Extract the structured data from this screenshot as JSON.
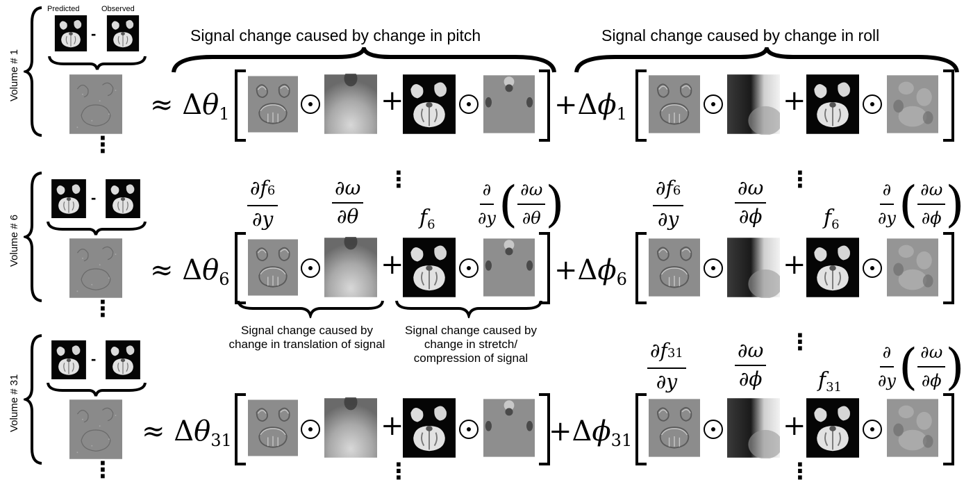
{
  "header": {
    "pitch": "Signal change caused by change in pitch",
    "roll": "Signal change caused by change in roll"
  },
  "labels": {
    "predicted": "Predicted",
    "observed": "Observed",
    "minus": "-"
  },
  "volumes": [
    {
      "label": "Volume # 1",
      "theta": "1",
      "phi": "1"
    },
    {
      "label": "Volume # 6",
      "theta": "6",
      "phi": "6"
    },
    {
      "label": "Volume # 31",
      "theta": "31",
      "phi": "31"
    }
  ],
  "math": {
    "approx": "≈",
    "delta": "Δ",
    "theta": "θ",
    "phi": "ϕ",
    "plus": "+",
    "partial_f6_num": "∂f",
    "partial_y_den": "∂y",
    "domega_num": "∂ω",
    "dtheta_den": "∂θ",
    "dphi_den": "∂ϕ",
    "partial": "∂",
    "f": "f",
    "sub6": "6",
    "sub31": "31",
    "vdots": "⋮"
  },
  "captions": {
    "translation": "Signal change caused by change in translation of signal",
    "stretch": "Signal change caused by change in stretch/ compression of signal"
  },
  "colors": {
    "background": "#ffffff",
    "ink": "#000000",
    "mid_gray": "#8a8a8a",
    "dark_bg": "#050505"
  }
}
